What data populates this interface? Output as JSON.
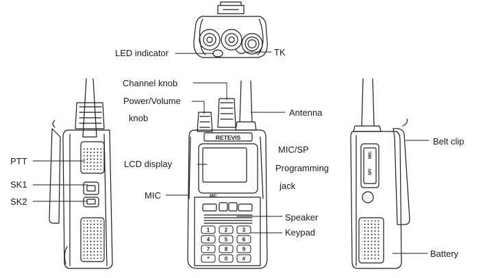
{
  "labels": {
    "led_indicator": "LED indicator",
    "tk": "TK",
    "channel_knob": "Channel knob",
    "power_volume": "Power/Volume",
    "knob": "knob",
    "antenna": "Antenna",
    "mic_sp": "MIC/SP",
    "programming": "Programming",
    "jack": "jack",
    "belt_clip": "Belt clip",
    "ptt": "PTT",
    "sk1": "SK1",
    "sk2": "SK2",
    "lcd_display": "LCD display",
    "mic": "MIC",
    "speaker": "Speaker",
    "keypad": "Keypad",
    "battery": "Battery"
  },
  "device": {
    "brand": "RETEVIS",
    "mic_marking": "MIC",
    "side_port_marking_1": "MIC",
    "side_port_marking_2": "SP/"
  },
  "keypad_keys": [
    "1",
    "2",
    "3",
    "4",
    "5",
    "6",
    "7",
    "8",
    "9",
    "*",
    "0",
    "#"
  ]
}
